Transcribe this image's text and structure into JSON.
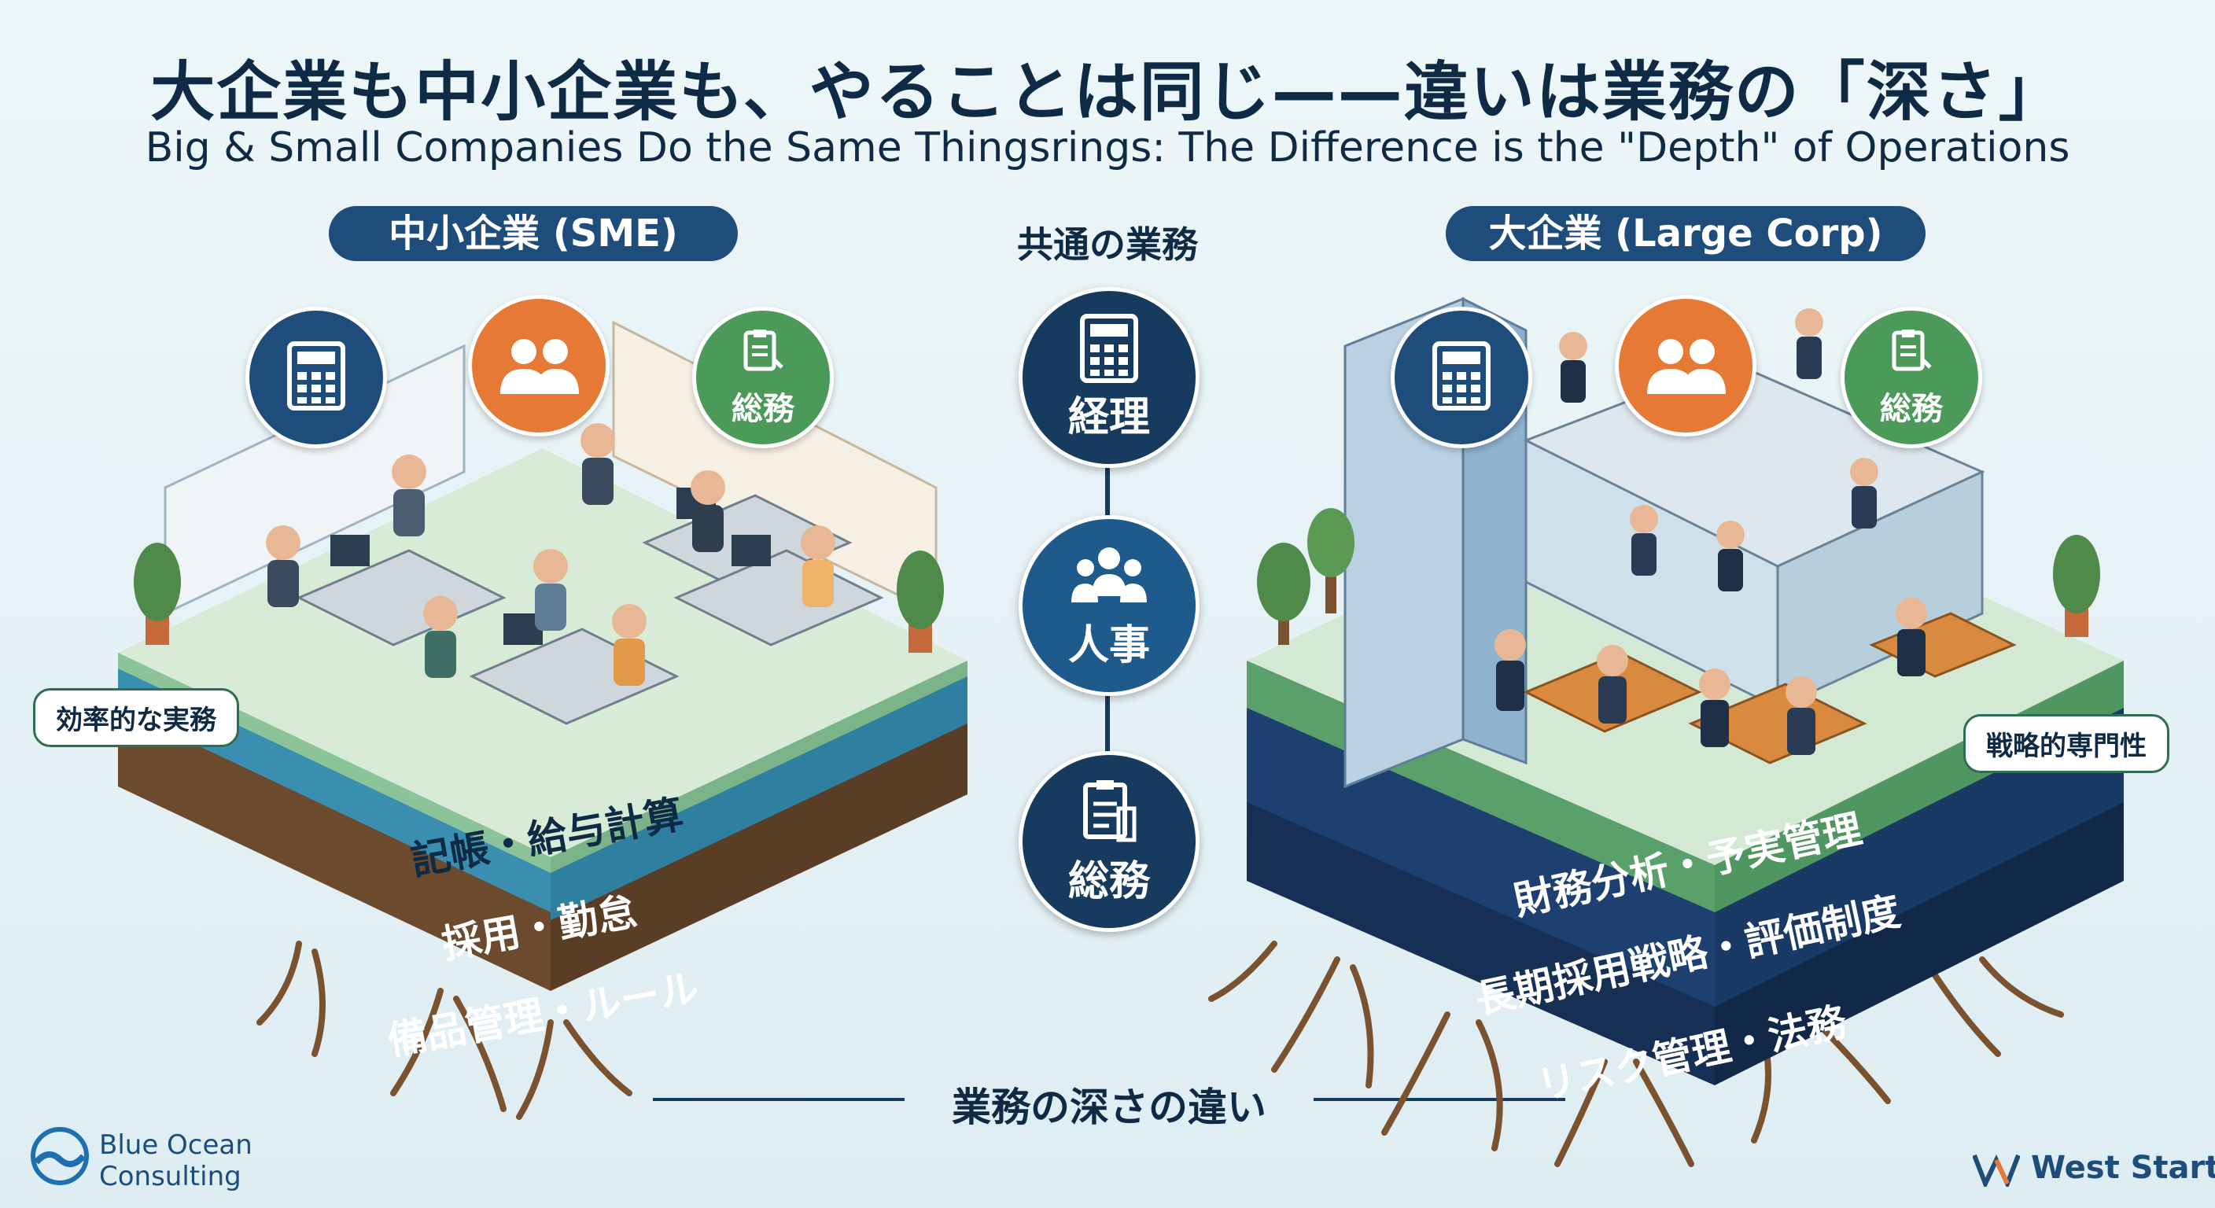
{
  "title": {
    "jp": "大企業も中小企業も、やることは同じ——違いは業務の「深さ」",
    "en": "Big & Small Companies Do the Same Thingsrings: The Difference is the \"Depth\" of Operations"
  },
  "sme": {
    "label": "中小企業 (SME)",
    "icons": [
      {
        "icon": "calculator-icon",
        "label": ""
      },
      {
        "icon": "people-icon",
        "label": ""
      },
      {
        "icon": "clipboard-icon",
        "label": "総務"
      }
    ],
    "callout": "効率的な実務",
    "layers": [
      "記帳・給与計算",
      "採用・勤怠",
      "備品管理・ルール"
    ]
  },
  "common": {
    "label": "共通の業務",
    "nodes": [
      {
        "icon": "calculator-icon",
        "label": "経理"
      },
      {
        "icon": "people-icon",
        "label": "人事"
      },
      {
        "icon": "clipboard-icon",
        "label": "総務"
      }
    ]
  },
  "large": {
    "label": "大企業 (Large Corp)",
    "icons": [
      {
        "icon": "calculator-icon",
        "label": ""
      },
      {
        "icon": "people-icon",
        "label": ""
      },
      {
        "icon": "clipboard-icon",
        "label": "総務"
      }
    ],
    "callout": "戦略的専門性",
    "layers": [
      "財務分析・予実管理",
      "長期採用戦略・評価制度",
      "リスク管理・法務"
    ]
  },
  "depth_label": "業務の深さの違い",
  "logos": {
    "left_line1": "Blue Ocean",
    "left_line2": "Consulting",
    "right": "West Start"
  },
  "colors": {
    "navy": "#163b5e",
    "blue": "#1e4d7b",
    "orange": "#e57935",
    "green": "#4c9a5a",
    "soil": "#6b4a2e",
    "grass": "#7fb98a"
  }
}
